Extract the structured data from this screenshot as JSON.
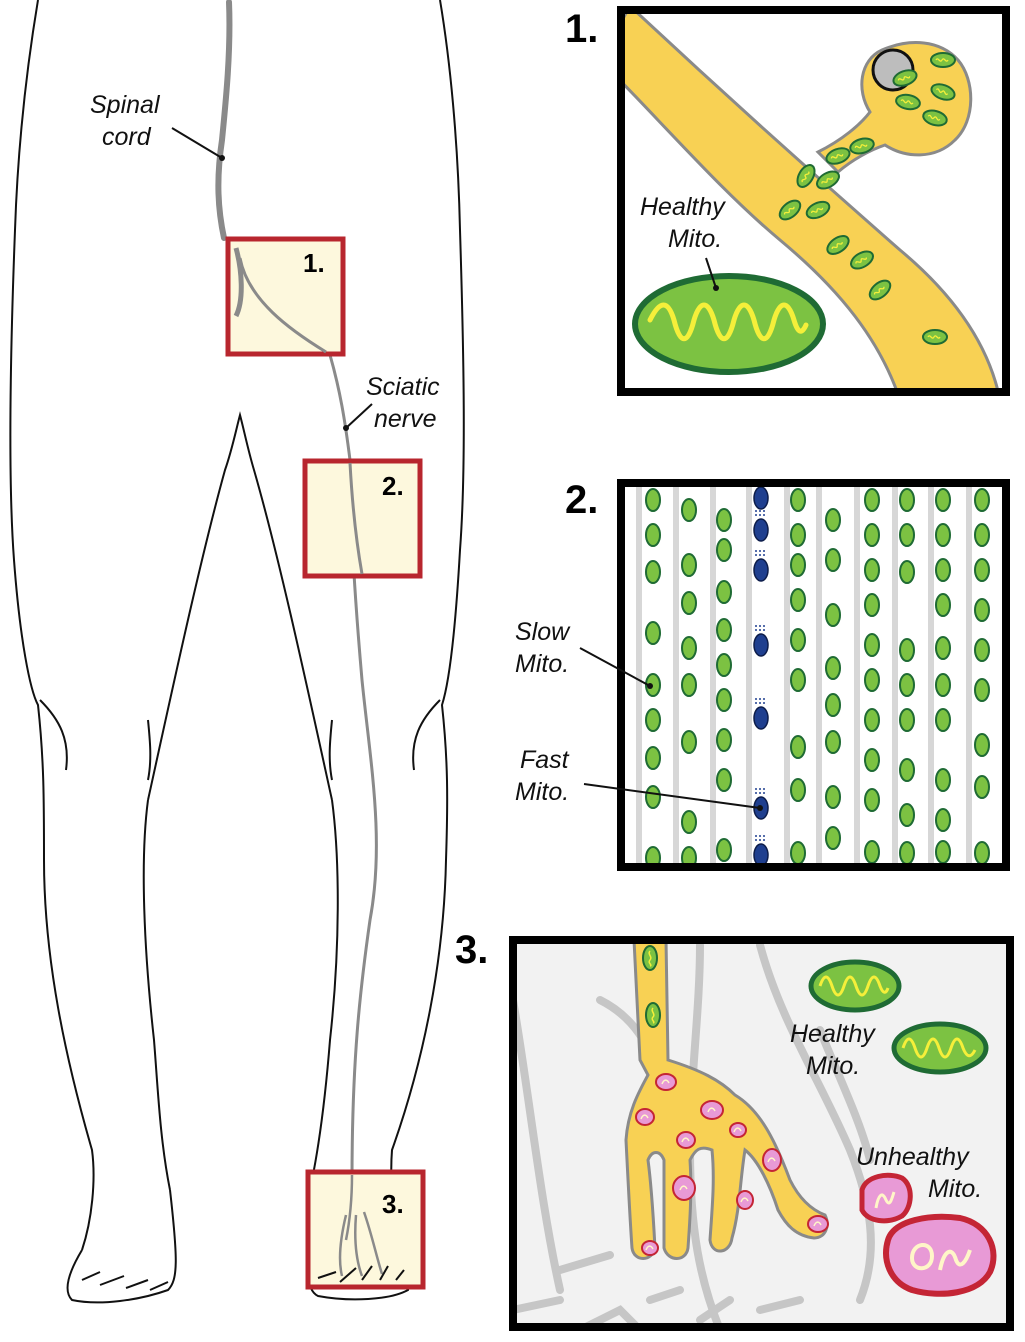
{
  "labels": {
    "spinal_cord": [
      "Spinal",
      "cord"
    ],
    "sciatic_nerve": [
      "Sciatic",
      "nerve"
    ],
    "panel1_healthy": [
      "Healthy",
      "Mito."
    ],
    "panel2_slow": [
      "Slow",
      "Mito."
    ],
    "panel2_fast": [
      "Fast",
      "Mito."
    ],
    "panel3_healthy": [
      "Healthy",
      "Mito."
    ],
    "panel3_unhealthy": [
      "Unhealthy",
      "Mito."
    ]
  },
  "markers": {
    "leg_box1": "1.",
    "leg_box2": "2.",
    "leg_box3": "3.",
    "panel1": "1.",
    "panel2": "2.",
    "panel3": "3."
  },
  "colors": {
    "outline": "#111111",
    "nerve": "#8a8a8a",
    "highlight_box_border": "#b8262e",
    "highlight_box_fill": "#fdf8dd",
    "neuron_fill": "#f8d154",
    "healthy_mito_fill": "#7cc242",
    "healthy_mito_outline": "#1f6b34",
    "mito_crista": "#f5ef3a",
    "fast_mito_fill": "#1f3f8f",
    "unhealthy_mito_fill": "#e89ad6",
    "unhealthy_mito_outline": "#c42535",
    "nucleus_fill": "#bdbdbd"
  }
}
